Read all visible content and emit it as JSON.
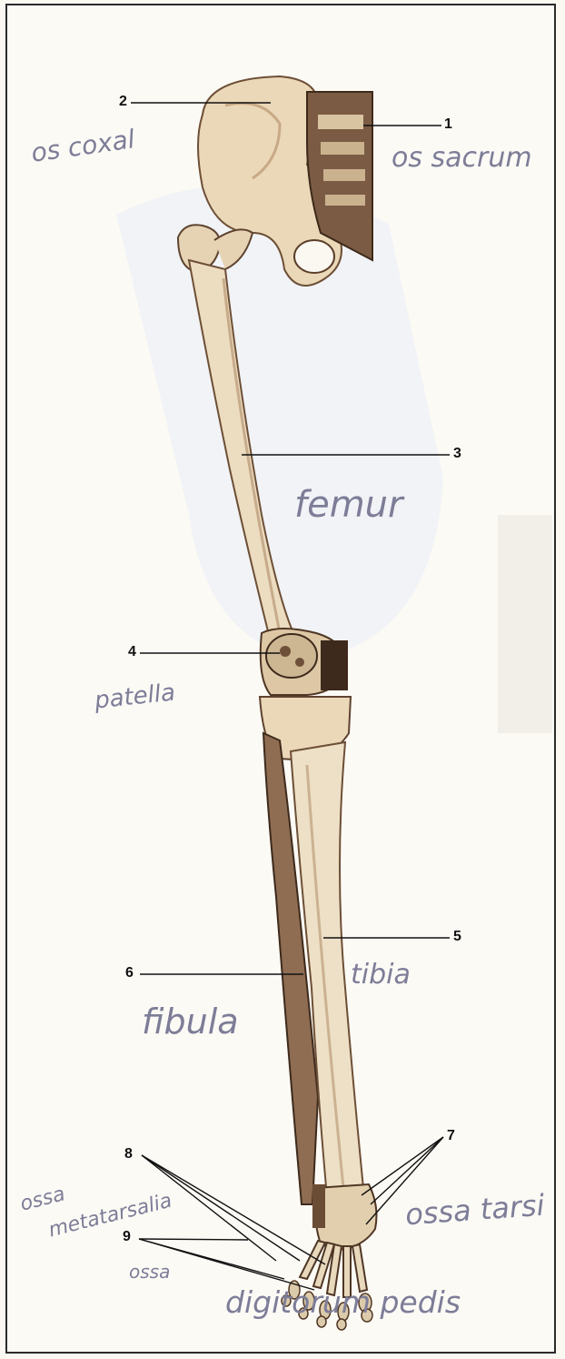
{
  "callouts": {
    "n1": "1",
    "n2": "2",
    "n3": "3",
    "n4": "4",
    "n5": "5",
    "n6": "6",
    "n7": "7",
    "n8": "8",
    "n9": "9"
  },
  "handwritten": {
    "os_coxal": "os coxal",
    "os_sacrum": "os sacrum",
    "femur": "femur",
    "patella": "patella",
    "tibia": "tibia",
    "fibula": "fibula",
    "ossa_metatarsalia_1": "ossa",
    "ossa_metatarsalia_2": "metatarsalia",
    "ossa_tarsi": "ossa tarsi",
    "ossa_digitorum_1": "ossa",
    "ossa_digitorum_2": "digitorum pedis"
  },
  "colors": {
    "bone": "#e8d9bf",
    "bone_shadow": "#8a6a4e",
    "line": "#111111",
    "handwriting": "#7d7d98"
  }
}
